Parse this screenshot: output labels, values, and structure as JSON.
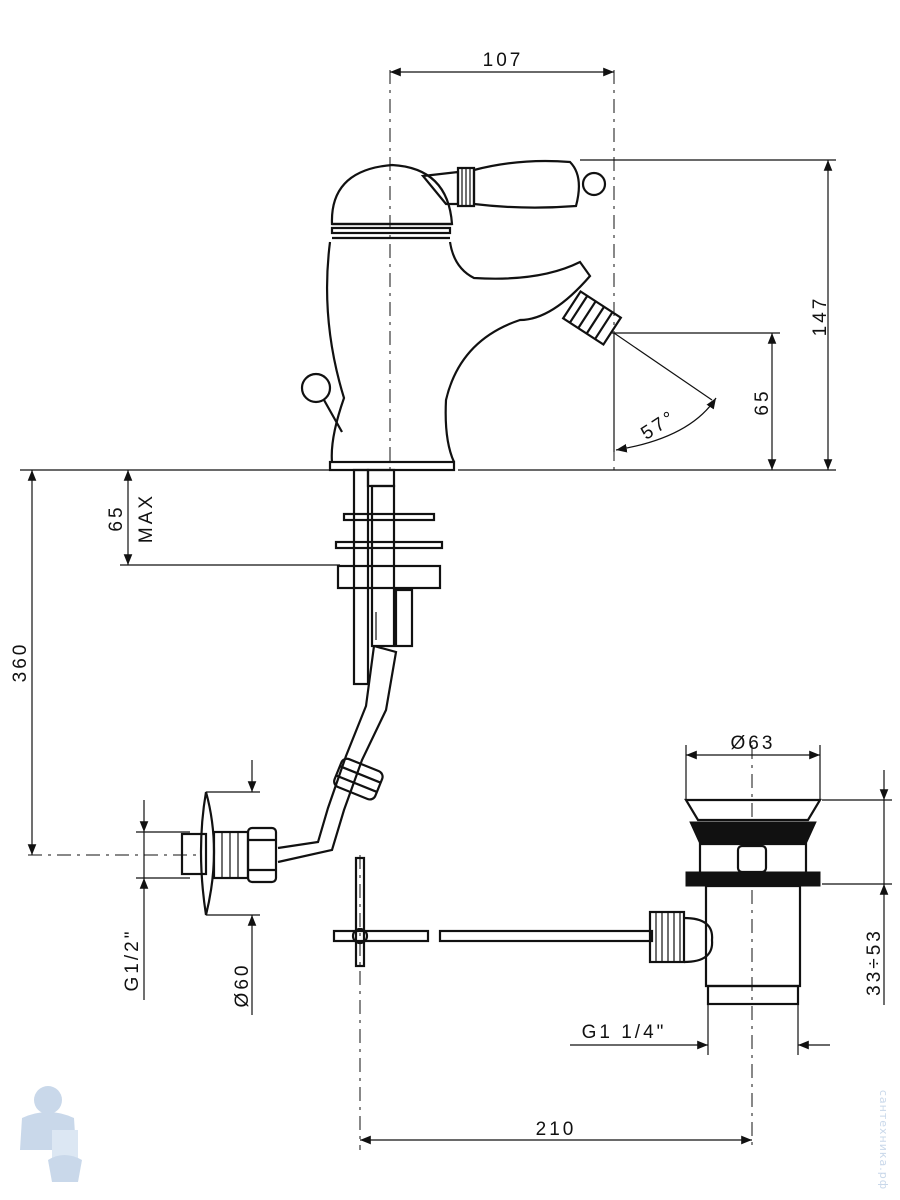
{
  "dimensions": {
    "width_top": "107",
    "height_total": "147",
    "spout_height": "65",
    "angle": "57°",
    "max_thickness_value": "65",
    "max_thickness_label": "MAX",
    "tail_length": "360",
    "inlet_thread": "G1/2\"",
    "flange_diameter": "Ø60",
    "waste_diameter": "Ø63",
    "waste_adjust": "33÷53",
    "waste_thread": "G1 1/4\"",
    "rod_length": "210"
  },
  "watermark": {
    "text": "сантехника.рф",
    "logo": "plumber-logo"
  }
}
